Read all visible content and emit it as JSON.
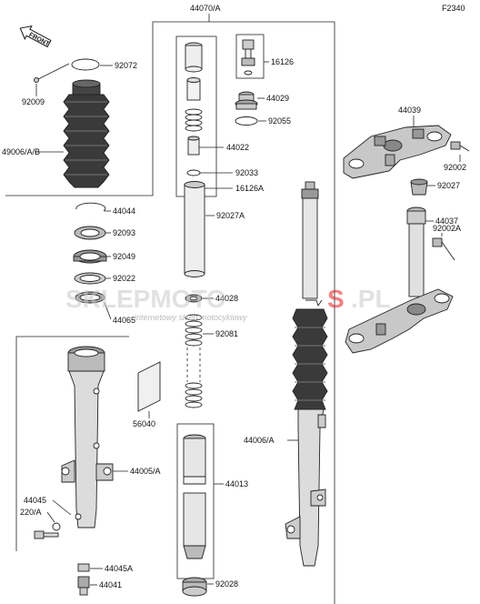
{
  "figure_code": "F2340",
  "front_arrow": "FRONT",
  "watermark": {
    "brand": "SKLEPMOTO",
    "tld": ".PL",
    "mid": "S",
    "tagline": "internetowy sklep motocyklowy"
  },
  "labels": {
    "p44070A": "44070/A",
    "p92072": "92072",
    "p92009": "92009",
    "p49006AB": "49006/A/B",
    "p16126": "16126",
    "p44029": "44029",
    "p92055": "92055",
    "p44022": "44022",
    "p92033": "92033",
    "p16126A": "16126A",
    "p44039": "44039",
    "p92002": "92002",
    "p92027": "92027",
    "p44037": "44037",
    "p92002A": "92002A",
    "p44044": "44044",
    "p92093": "92093",
    "p92049": "92049",
    "p92022": "92022",
    "p44065": "44065",
    "p92027A": "92027A",
    "p44028": "44028",
    "p92081": "92081",
    "p56040": "56040",
    "p44006A": "44006/A",
    "p44005A": "44005/A",
    "p44013": "44013",
    "p44045": "44045",
    "p220A": "220/A",
    "p44045A": "44045A",
    "p44041": "44041",
    "p92028": "92028"
  }
}
